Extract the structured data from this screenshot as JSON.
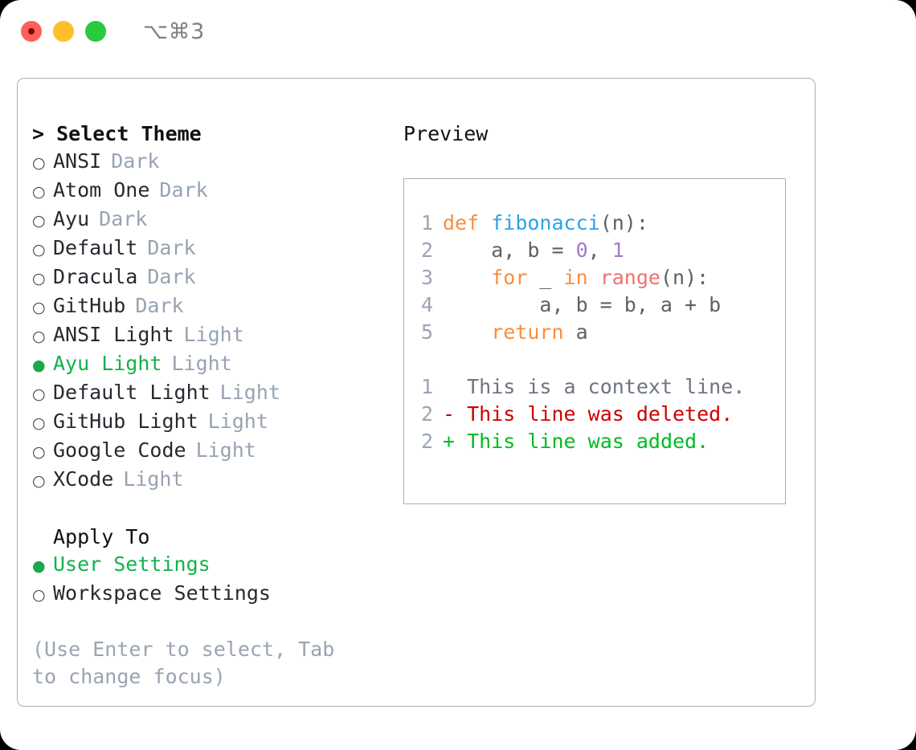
{
  "window": {
    "shortcut": "⌥⌘3",
    "traffic_lights": [
      "close",
      "minimize",
      "maximize"
    ]
  },
  "colors": {
    "accent_green": "#11b24b",
    "muted": "#97a3b3",
    "hint": "#9aa4b2",
    "border": "#a6b0bf",
    "keyword": "#fa8d3e",
    "function": "#2aa3e8",
    "number": "#a37acc",
    "builtin": "#f07171",
    "plain": "#5c6166",
    "diff_added": "#00bb22",
    "diff_deleted": "#cc0000",
    "diff_context": "#6d7580"
  },
  "theme_pane": {
    "title": "> Select Theme",
    "marker_unselected": "○",
    "marker_selected": "●",
    "options": [
      {
        "label": "ANSI",
        "tag": "Dark",
        "selected": false
      },
      {
        "label": "Atom One",
        "tag": "Dark",
        "selected": false
      },
      {
        "label": "Ayu",
        "tag": "Dark",
        "selected": false
      },
      {
        "label": "Default",
        "tag": "Dark",
        "selected": false
      },
      {
        "label": "Dracula",
        "tag": "Dark",
        "selected": false
      },
      {
        "label": "GitHub",
        "tag": "Dark",
        "selected": false
      },
      {
        "label": "ANSI Light",
        "tag": "Light",
        "selected": false
      },
      {
        "label": "Ayu Light",
        "tag": "Light",
        "selected": true
      },
      {
        "label": "Default Light",
        "tag": "Light",
        "selected": false
      },
      {
        "label": "GitHub Light",
        "tag": "Light",
        "selected": false
      },
      {
        "label": "Google Code",
        "tag": "Light",
        "selected": false
      },
      {
        "label": "XCode",
        "tag": "Light",
        "selected": false
      }
    ]
  },
  "apply_to": {
    "heading": "Apply To",
    "options": [
      {
        "label": "User Settings",
        "selected": true
      },
      {
        "label": "Workspace Settings",
        "selected": false
      }
    ]
  },
  "hint": "(Use Enter to select, Tab to change focus)",
  "preview": {
    "title": "Preview",
    "code_lines": [
      {
        "number": "1",
        "tokens": [
          {
            "text": "def ",
            "type": "kw"
          },
          {
            "text": "fibonacci",
            "type": "fn"
          },
          {
            "text": "(n):",
            "type": "plain"
          }
        ]
      },
      {
        "number": "2",
        "tokens": [
          {
            "text": "    a, b = ",
            "type": "plain"
          },
          {
            "text": "0",
            "type": "num"
          },
          {
            "text": ", ",
            "type": "plain"
          },
          {
            "text": "1",
            "type": "num"
          }
        ]
      },
      {
        "number": "3",
        "tokens": [
          {
            "text": "    ",
            "type": "plain"
          },
          {
            "text": "for",
            "type": "kw"
          },
          {
            "text": " _ ",
            "type": "plain"
          },
          {
            "text": "in",
            "type": "kw"
          },
          {
            "text": " ",
            "type": "plain"
          },
          {
            "text": "range",
            "type": "bi"
          },
          {
            "text": "(n):",
            "type": "plain"
          }
        ]
      },
      {
        "number": "4",
        "tokens": [
          {
            "text": "        a, b = b, a + b",
            "type": "plain"
          }
        ]
      },
      {
        "number": "5",
        "tokens": [
          {
            "text": "    ",
            "type": "plain"
          },
          {
            "text": "return",
            "type": "kw"
          },
          {
            "text": " a",
            "type": "plain"
          }
        ]
      }
    ],
    "diff_lines": [
      {
        "number": "1",
        "sign": " ",
        "text": "This is a context line.",
        "type": "context"
      },
      {
        "number": "2",
        "sign": "-",
        "text": "This line was deleted.",
        "type": "deleted"
      },
      {
        "number": "2",
        "sign": "+",
        "text": "This line was added.",
        "type": "added"
      }
    ]
  }
}
